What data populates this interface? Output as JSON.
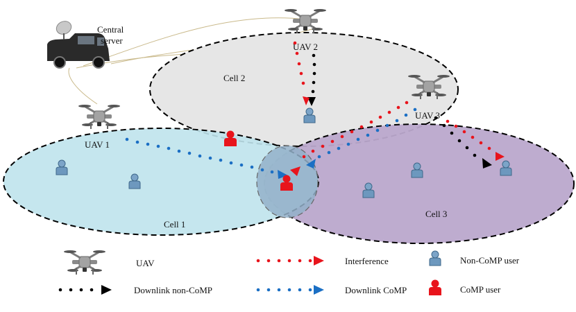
{
  "labels": {
    "central_server": [
      "Central",
      "server"
    ],
    "uav1": "UAV 1",
    "uav2": "UAV 2",
    "uav3": "UAV 3",
    "cell1": "Cell 1",
    "cell2": "Cell 2",
    "cell3": "Cell 3"
  },
  "legend": {
    "uav": "UAV",
    "interference": "Interference",
    "non_comp_user": "Non-CoMP user",
    "downlink_non_comp": "Downlink non-CoMP",
    "downlink_comp": "Downlink CoMP",
    "comp_user": "CoMP user"
  },
  "colors": {
    "interference": "#e8141c",
    "downlink_non_comp": "#000000",
    "downlink_comp": "#1b6fc4",
    "cell1_fill": "#bfe3ec",
    "cell2_fill": "#e6e6e6",
    "cell3_fill": "#bba8cc",
    "overlap_fill": "#93b0c9",
    "non_comp_user": "#5f8fb8",
    "comp_user": "#e8141c",
    "backhaul": "#c9b98a"
  },
  "icons": {
    "uav": "quadcopter-drone-icon",
    "server": "satellite-truck-icon",
    "non_comp_user": "person-icon-blue",
    "comp_user": "person-icon-red"
  }
}
